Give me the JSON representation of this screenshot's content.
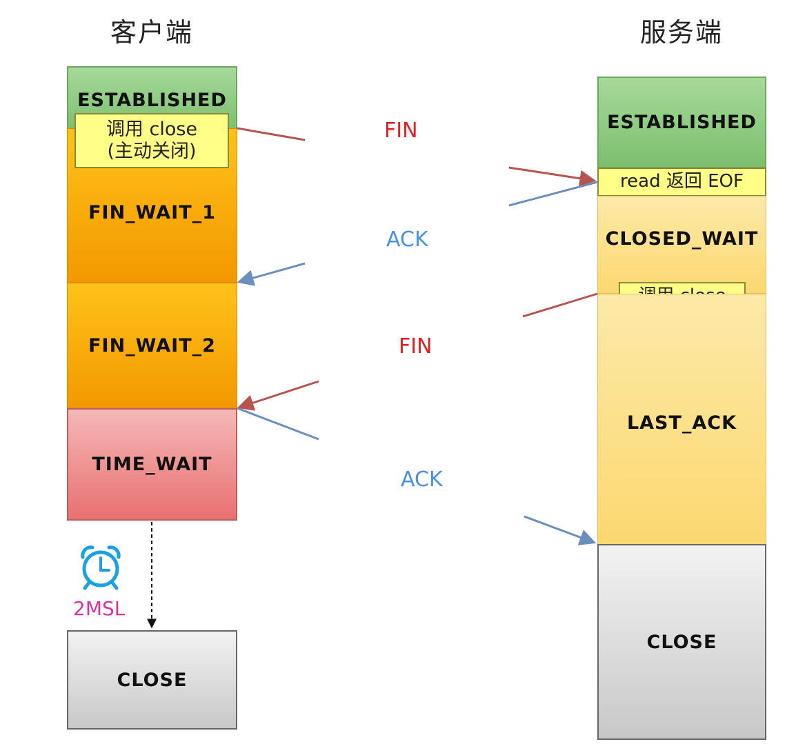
{
  "titles": {
    "client": "客户端",
    "server": "服务端"
  },
  "client_states": {
    "established": "ESTABLISHED",
    "fin_wait_1": "FIN_WAIT_1",
    "fin_wait_2": "FIN_WAIT_2",
    "time_wait": "TIME_WAIT",
    "close": "CLOSE"
  },
  "server_states": {
    "established": "ESTABLISHED",
    "closed_wait": "CLOSED_WAIT",
    "last_ack": "LAST_ACK",
    "close": "CLOSE"
  },
  "notes": {
    "client_close_line1": "调用 close",
    "client_close_line2": "(主动关闭)",
    "server_read_eof": "read 返回 EOF",
    "server_close": "调用 close"
  },
  "messages": {
    "fin1": "FIN",
    "ack1": "ACK",
    "fin2": "FIN",
    "ack2": "ACK"
  },
  "timer": {
    "label": "2MSL"
  },
  "colors": {
    "fin_arrow": "#b85450",
    "ack_arrow": "#6c8ebf",
    "fin_text": "#e02020",
    "ack_text": "#4a90e2",
    "timer": "#1ba1e2",
    "timer_label": "#e0309a"
  }
}
